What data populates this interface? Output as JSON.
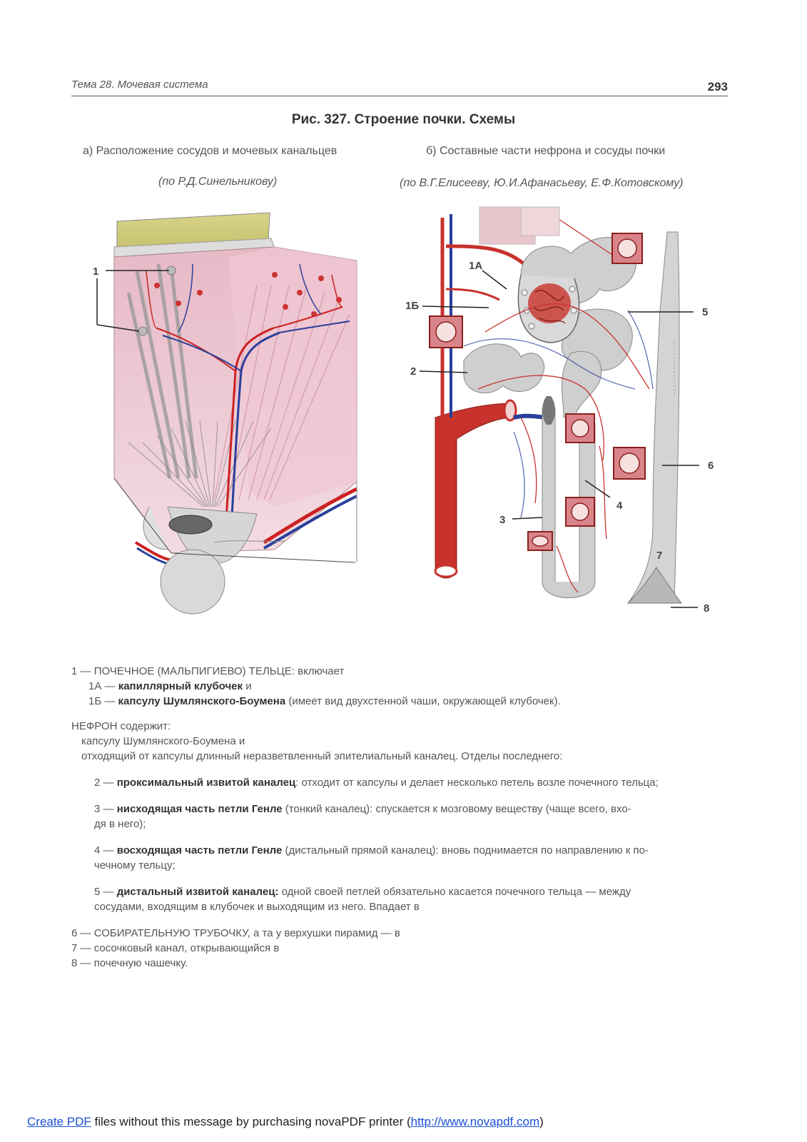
{
  "header": {
    "topic": "Тема 28. Мочевая система",
    "page_number": "293"
  },
  "figure": {
    "title": "Рис. 327. Строение почки. Схемы",
    "left": {
      "subtitle": "а) Расположение сосудов и мочевых канальцев",
      "credit": "(по Р.Д.Синельникову)",
      "labels": [
        "1"
      ]
    },
    "right": {
      "subtitle": "б) Составные части нефрона и сосуды почки",
      "credit": "(по В.Г.Елисееву, Ю.И.Афанасьеву, Е.Ф.Котовскому)",
      "labels": [
        "1А",
        "1Б",
        "2",
        "3",
        "4",
        "5",
        "6",
        "7",
        "8"
      ]
    }
  },
  "text": {
    "item1": {
      "num": "1 —",
      "caps": "ПОЧЕЧНОЕ (МАЛЬПИГИЕВО) ТЕЛЬЦЕ:",
      "rest": " включает"
    },
    "item1a": {
      "num": "1А —",
      "bold": "капиллярный клубочек",
      "rest": " и"
    },
    "item1b": {
      "num": "1Б —",
      "bold": "капсулу Шумлянского-Боумена",
      "rest": " (имеет вид двухстенной чаши, окружающей клубочек)."
    },
    "nephron_head": "НЕФРОН содержит:",
    "nephron_line1": "капсулу Шумлянского-Боумена и",
    "nephron_line2": "отходящий от капсулы длинный неразветвленный эпителиальный каналец. Отделы последнего:",
    "item2": {
      "num": "2 —",
      "bold": "проксимальный извитой каналец",
      "rest": ": отходит от капсулы и делает несколько петель возле почечного тельца;"
    },
    "item3": {
      "num": "3 —",
      "bold": "нисходящая часть петли Генле",
      "rest": " (тонкий каналец): спускается к мозговому веществу (чаще всего, вхо-",
      "cont": "дя в него);"
    },
    "item4": {
      "num": "4 —",
      "bold": "восходящая часть петли Генле",
      "rest": " (дистальный прямой каналец): вновь поднимается по направлению к по-",
      "cont": "чечному тельцу;"
    },
    "item5": {
      "num": "5 —",
      "bold": "дистальный извитой каналец:",
      "rest": " одной своей петлей обязательно касается почечного тельца — между",
      "cont": "сосудами, входящим в клубочек и выходящим из него. Впадает в"
    },
    "item6": {
      "num": "6 —",
      "caps": "СОБИРАТЕЛЬНУЮ ТРУБОЧКУ,",
      "rest": " а та у верхушки пирамид — в"
    },
    "item7": "7 — сосочковый канал, открывающийся в",
    "item8": "8 — почечную чашечку."
  },
  "footer": {
    "link1": "Create PDF",
    "middle": " files without this message by purchasing novaPDF printer (",
    "link2": "http://www.novapdf.com",
    "end": ")"
  }
}
